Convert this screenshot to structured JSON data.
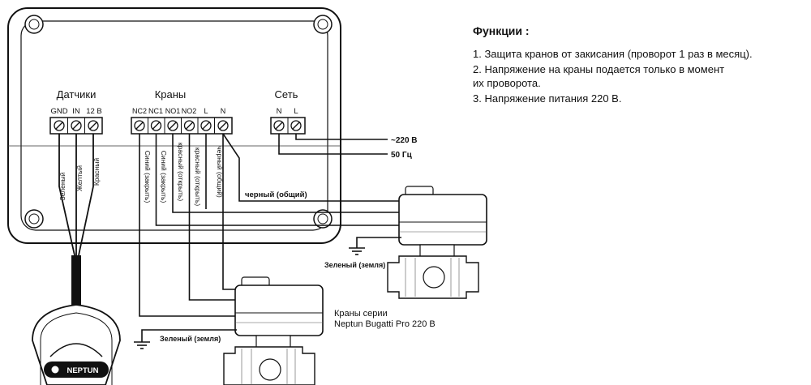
{
  "functions": {
    "title": "Функции :",
    "items": [
      "1. Защита кранов от закисания (проворот 1 раз в месяц).",
      "2. Напряжение на краны подается только в момент\n   их проворота.",
      "3. Напряжение питания 220 В."
    ]
  },
  "controller": {
    "sensors_group": "Датчики",
    "sensors_pins": [
      "GND",
      "IN",
      "12 В"
    ],
    "valves_group": "Краны",
    "valves_pins": [
      "NC2",
      "NC1",
      "NO1",
      "NO2",
      "L",
      "N"
    ],
    "power_group": "Сеть",
    "power_pins": [
      "N",
      "L"
    ]
  },
  "sensor_wires": [
    "Зеленый",
    "Желтый",
    "Красный"
  ],
  "valve_wires": [
    "Синий (закрыть)",
    "Синий (закрыть)",
    "красный (открыть)",
    "красный (открыть)",
    "черный (общий)"
  ],
  "power_labels": [
    "~220 В",
    "50 Гц"
  ],
  "common_wire_label": "черный (общий)",
  "ground_label_1": "Зеленый (земля)",
  "ground_label_2": "Зеленый (земля)",
  "valves_caption": [
    "Краны серии",
    "Neptun Bugatti Pro 220 В"
  ],
  "sensor_brand": "NEPTUN"
}
